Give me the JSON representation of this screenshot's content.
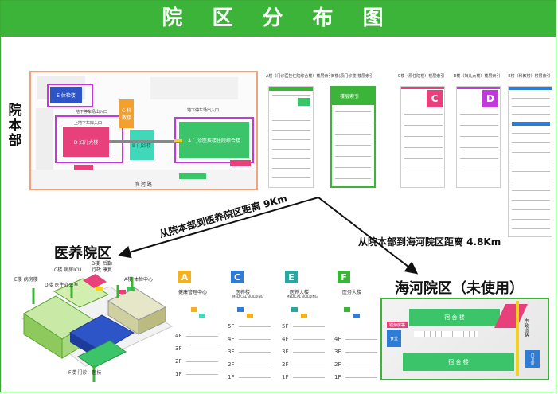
{
  "title": "院 区 分 布 图",
  "main_campus": {
    "label": "院本部",
    "road": "滨  河  路",
    "buildings": {
      "e": "E  体检楼",
      "c": "C 科教楼",
      "d": "D  妇儿大楼",
      "b": "B 门诊楼",
      "a": "A  门诊医技楼住院综合楼"
    },
    "notes": [
      "地下停车场出入口",
      "上地下车库入口",
      "地下停车场出入口"
    ]
  },
  "directories": [
    {
      "title": "A楼（门诊医技住院综合楼）楼层索引",
      "color": "#3cb43a"
    },
    {
      "title": "B楼(原门诊楼)楼层索引",
      "color": "#3cb43a",
      "header": "楼层索引"
    },
    {
      "title": "C楼（原住院楼）楼层索引",
      "color": "#e8407a",
      "letter": "C"
    },
    {
      "title": "D楼（妇儿大楼）楼层索引",
      "color": "#c03adb",
      "letter": "D"
    },
    {
      "title": "E楼（科教楼）楼层索引",
      "color": "#2e7cd4"
    }
  ],
  "distances": {
    "yiyang": "从院本部到医养院区距离 9Km",
    "haihe": "从院本部到海河院区距离 4.8Km"
  },
  "yiyang": {
    "label": "医养院区",
    "callouts": {
      "e": "E楼  病房楼",
      "c": "C楼  病房ICU",
      "d": "D楼  医生办公室",
      "b": "B楼  后勤\n行政 康复",
      "a": "A楼  体检中心",
      "f": "F楼  门诊、医技"
    },
    "cards": [
      {
        "letter": "A",
        "color": "#f3b21e",
        "name": "健康管理中心",
        "floors": [
          "4F",
          "3F",
          "2F",
          "1F"
        ]
      },
      {
        "letter": "C",
        "color": "#2e7cd4",
        "name": "医养楼",
        "sub": "MEDICAL BUILDING",
        "floors": [
          "5F",
          "4F",
          "3F",
          "2F",
          "1F"
        ]
      },
      {
        "letter": "E",
        "color": "#2aa7a2",
        "name": "医养大楼",
        "sub": "MEDICAL BUILDING",
        "floors": [
          "5F",
          "4F",
          "3F",
          "2F",
          "1F"
        ]
      },
      {
        "letter": "F",
        "color": "#3cb43a",
        "name": "医务大楼",
        "floors": [
          "4F",
          "3F",
          "2F",
          "1F"
        ]
      }
    ]
  },
  "haihe": {
    "label": "海河院区（未使用）",
    "buildings": {
      "left_red": "锅炉房等",
      "top": "宿  舍  楼",
      "bottom": "宿  舍  楼",
      "blue": "食堂",
      "road": "市政道路",
      "gate": "门卫室"
    }
  },
  "colors": {
    "banner": "#3cb43a",
    "pink": "#e8407a",
    "green": "#3cc46a",
    "teal": "#40d8b8",
    "orange": "#f3a02e",
    "blue": "#2e55c8",
    "yellow_road": "#f3d21e",
    "map_border": "#f3a27a"
  }
}
